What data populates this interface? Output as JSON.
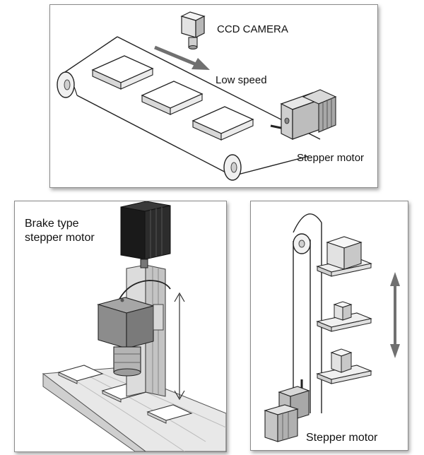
{
  "panels": {
    "conveyor": {
      "camera_label": "CCD CAMERA",
      "speed_label": "Low speed",
      "motor_label": "Stepper motor"
    },
    "vertical": {
      "motor_label_line1": "Brake type",
      "motor_label_line2": "stepper motor"
    },
    "elevator": {
      "motor_label": "Stepper motor"
    }
  },
  "colors": {
    "panel_border": "#8a8a8a",
    "motor_dark": "#1a1a1a",
    "motor_gray": "#8c8c8c",
    "arrow_gray": "#707070",
    "surface_light": "#e6e6e6"
  }
}
